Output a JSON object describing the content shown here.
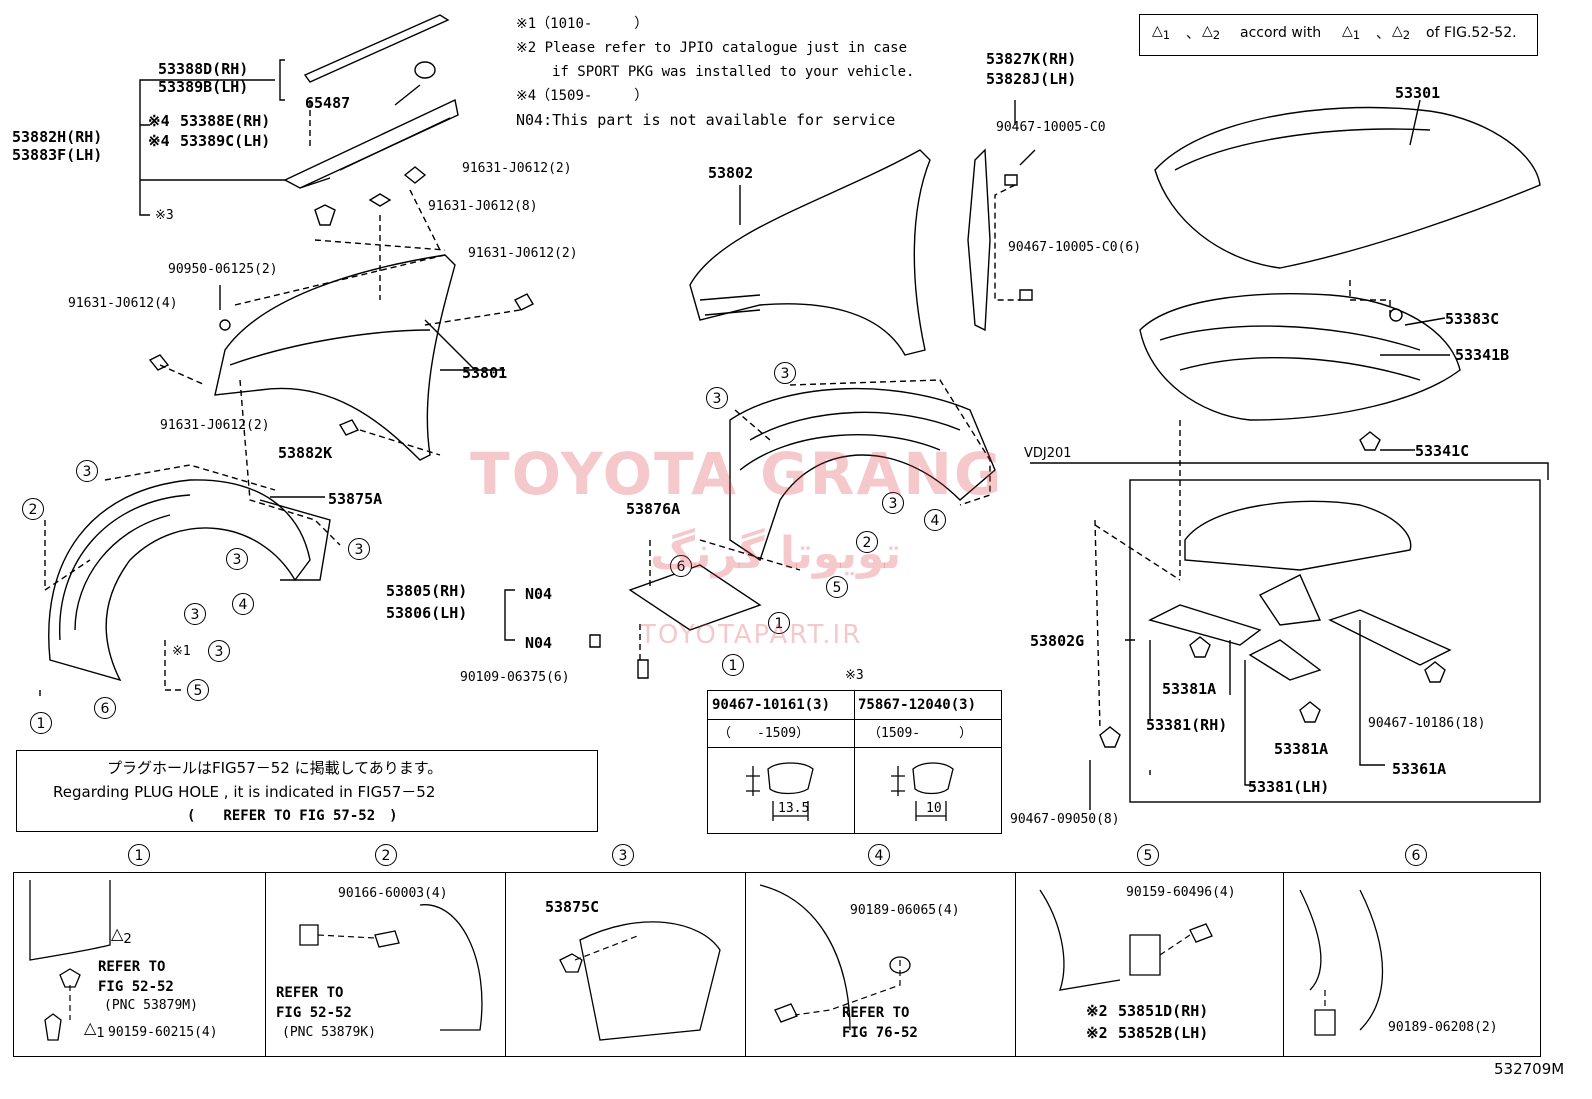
{
  "notes": {
    "n1": "※1（1010-　　　）",
    "n2a": "※2 Please refer to JPIO catalogue just in case",
    "n2b": "if SPORT PKG was installed to your vehicle.",
    "n4": "※4（1509-　　　）",
    "n04": "N04:This part is not available for service"
  },
  "legend": {
    "sym1": "1",
    "sym2": "2",
    "sep": "、",
    "text": "accord with",
    "ref": "of FIG.52-52."
  },
  "parts": {
    "p53388d": "53388D(RH)",
    "p53389b": "53389B(LH)",
    "p65487": "65487",
    "p53882h": "53882H(RH)",
    "p53883f": "53883F(LH)",
    "x4a": "※4",
    "p53388e": "53388E(RH)",
    "x4b": "※4",
    "p53389c": "53389C(LH)",
    "p91631a": "91631-J0612(2)",
    "p91631b": "91631-J0612(8)",
    "x3": "※3",
    "p90950": "90950-06125(2)",
    "p91631c": "91631-J0612(2)",
    "p91631d": "91631-J0612(4)",
    "p53801": "53801",
    "p91631e": "91631-J0612(2)",
    "p53882k": "53882K",
    "p53875a": "53875A",
    "p53802": "53802",
    "p53827k": "53827K(RH)",
    "p53828j": "53828J(LH)",
    "p90467a": "90467-10005-C0",
    "p90467b": "90467-10005-C0(6)",
    "p53301": "53301",
    "p53383c": "53383C",
    "p53341b": "53341B",
    "p53341c": "53341C",
    "vdj": "VDJ201",
    "p53876a": "53876A",
    "p53805": "53805(RH)",
    "p53806": "53806(LH)",
    "n04a": "N04",
    "n04b": "N04",
    "p90109": "90109-06375(6)",
    "p53802g": "53802G",
    "p53381a1": "53381A",
    "p53381rh": "53381(RH)",
    "p53381a2": "53381A",
    "p53381lh": "53381(LH)",
    "p90467c": "90467-10186(18)",
    "p53361a": "53361A",
    "p90467d": "90467-09050(8)",
    "x1": "※1"
  },
  "clip_table": {
    "title": "※3",
    "col1": "90467-10161(3)",
    "col2": "75867-12040(3)",
    "r1": "（　　-1509）",
    "r2": "（1509-　　　）",
    "dim1": "13.5",
    "dim2": "10"
  },
  "plug_note": {
    "jp": "プラグホールはFIG57－52 に掲載してあります。",
    "en": "Regarding PLUG HOLE , it is indicated in FIG57－52",
    "ref": "(　　REFER TO FIG 57-52　)"
  },
  "circles": [
    "1",
    "2",
    "3",
    "4",
    "5",
    "6"
  ],
  "details": {
    "d1": {
      "num": "1",
      "ref1": "REFER TO",
      "ref2": "FIG 52-52",
      "pnc": "(PNC 53879M)",
      "tri": "2",
      "tri2": "1",
      "part": "90159-60215(4)"
    },
    "d2": {
      "num": "2",
      "part": "90166-60003(4)",
      "ref1": "REFER TO",
      "ref2": "FIG 52-52",
      "pnc": "(PNC 53879K)"
    },
    "d3": {
      "num": "3",
      "part": "53875C"
    },
    "d4": {
      "num": "4",
      "part": "90189-06065(4)",
      "ref1": "REFER TO",
      "ref2": "FIG 76-52"
    },
    "d5": {
      "num": "5",
      "part": "90159-60496(4)",
      "x2a": "※2",
      "p1": "53851D(RH)",
      "x2b": "※2",
      "p2": "53852B(LH)"
    },
    "d6": {
      "num": "6",
      "part": "90189-06208(2)"
    }
  },
  "watermark": {
    "w1": "TOYOTA GRANG",
    "w2": "تویوتا گرنگ",
    "w3": "TOYOTAPART.IR"
  },
  "figure_id": "532709M"
}
